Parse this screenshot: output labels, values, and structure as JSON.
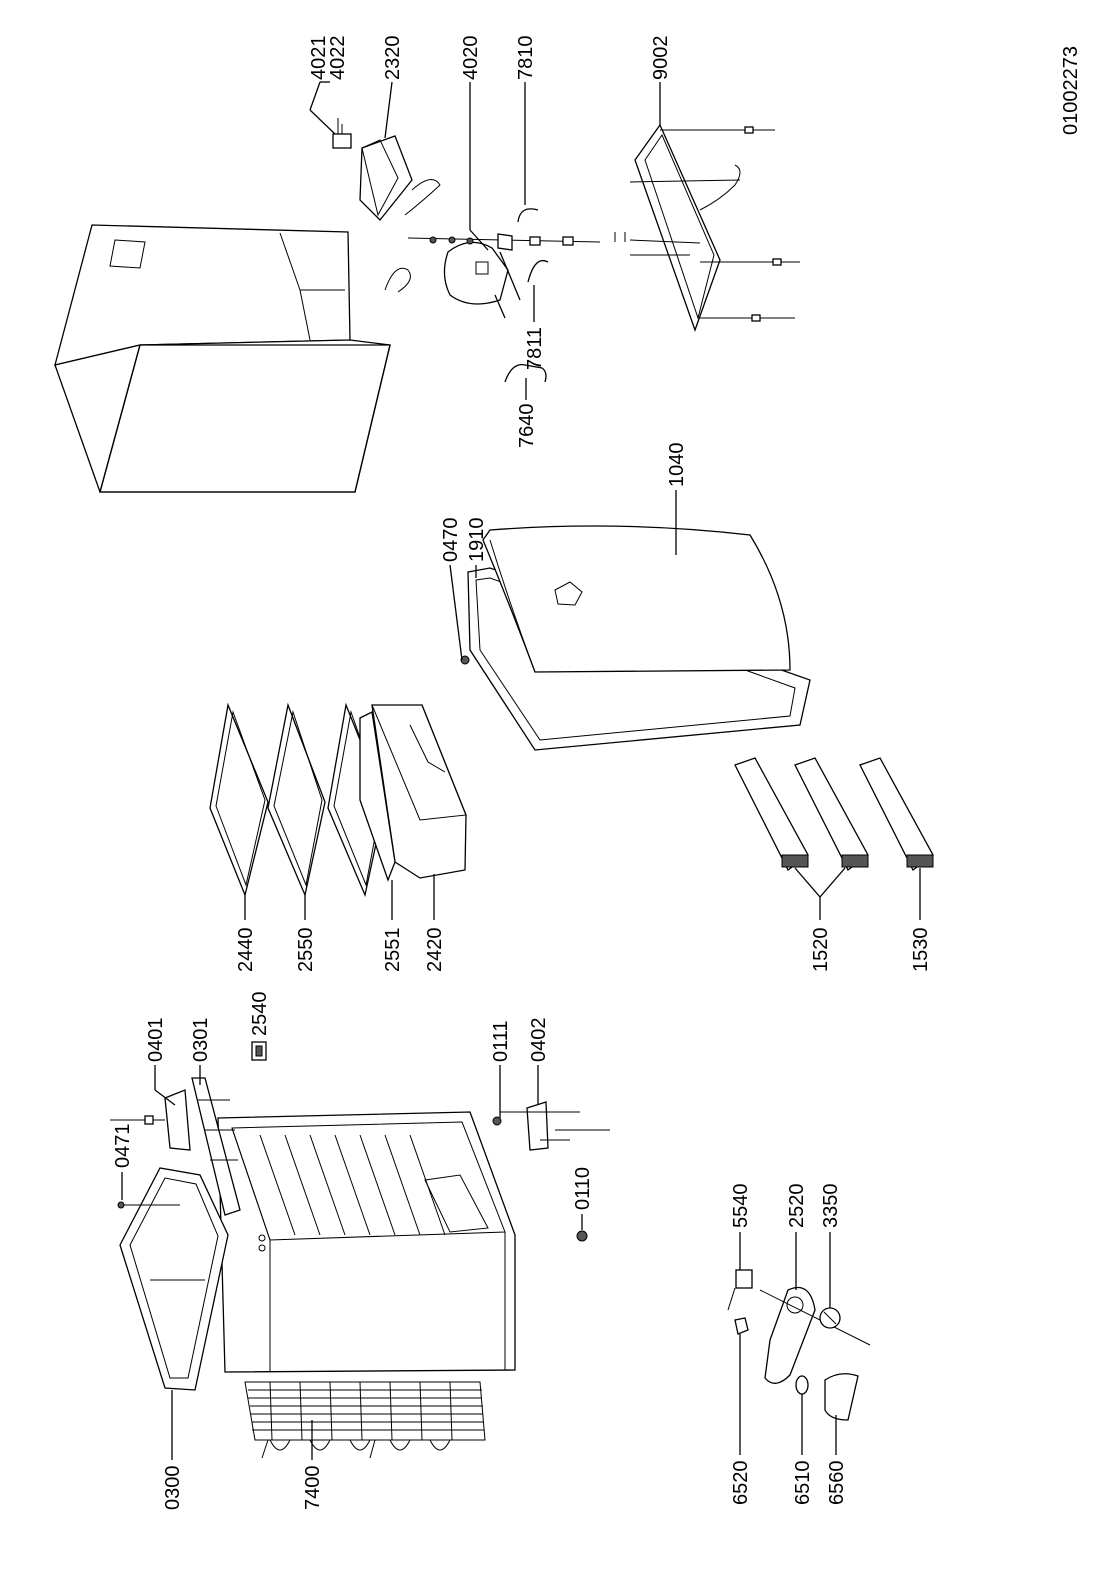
{
  "document_id": "01002273",
  "labels": {
    "l4021": "4021",
    "l4022": "4022",
    "l2320": "2320",
    "l4020": "4020",
    "l7810": "7810",
    "l9002": "9002",
    "l7811": "7811",
    "l7640": "7640",
    "l0470": "0470",
    "l1910": "1910",
    "l1040": "1040",
    "l2440": "2440",
    "l2550": "2550",
    "l2551": "2551",
    "l2420": "2420",
    "l1520": "1520",
    "l1530": "1530",
    "l0401": "0401",
    "l0301": "0301",
    "l2540": "2540",
    "l0111": "0111",
    "l0402": "0402",
    "l0471": "0471",
    "l0110": "0110",
    "l0300": "0300",
    "l7400": "7400",
    "l5540": "5540",
    "l2520": "2520",
    "l3350": "3350",
    "l6520": "6520",
    "l6510": "6510",
    "l6560": "6560"
  }
}
